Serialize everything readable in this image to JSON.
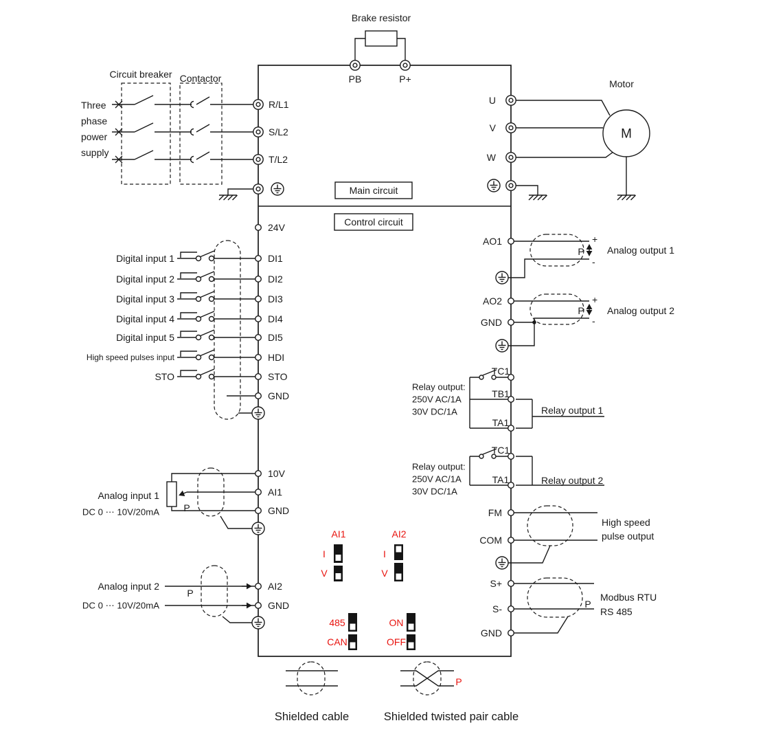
{
  "colors": {
    "line": "#1a1a1a",
    "red": "#e8130e"
  },
  "brake": {
    "title": "Brake resistor",
    "pb": "PB",
    "pplus": "P+"
  },
  "supply": {
    "breaker": "Circuit breaker",
    "contactor": "Contactor",
    "l1": "Three",
    "l2": "phase",
    "l3": "power",
    "l4": "supply",
    "r": "R/L1",
    "s": "S/L2",
    "t": "T/L2"
  },
  "motor": {
    "title": "Motor",
    "m": "M",
    "u": "U",
    "v": "V",
    "w": "W"
  },
  "sections": {
    "main": "Main circuit",
    "control": "Control circuit"
  },
  "din": {
    "v24": "24V",
    "gnd": "GND",
    "labels": [
      "Digital input 1",
      "Digital input 2",
      "Digital input 3",
      "Digital input 4",
      "Digital input 5",
      "High speed pulses input",
      "STO"
    ],
    "terms": [
      "DI1",
      "DI2",
      "DI3",
      "DI4",
      "DI5",
      "HDI",
      "STO"
    ]
  },
  "ain1": {
    "label": "Analog input 1",
    "range": "DC 0 ⋯ 10V/20mA",
    "p": "P",
    "t10": "10V",
    "ai": "AI1",
    "gnd": "GND"
  },
  "ain2": {
    "label": "Analog input 2",
    "range": "DC 0 ⋯ 10V/20mA",
    "p": "P",
    "ai": "AI2",
    "gnd": "GND"
  },
  "ao1": {
    "term": "AO1",
    "plus": "+",
    "minus": "-",
    "p": "P",
    "label": "Analog output 1"
  },
  "ao2": {
    "term": "AO2",
    "gnd": "GND",
    "plus": "+",
    "minus": "-",
    "p": "P",
    "label": "Analog output 2"
  },
  "relay1": {
    "l1": "Relay output:",
    "l2": "250V AC/1A",
    "l3": "30V DC/1A",
    "tc": "TC1",
    "tb": "TB1",
    "ta": "TA1",
    "label": "Relay output 1"
  },
  "relay2": {
    "l1": "Relay output:",
    "l2": "250V AC/1A",
    "l3": "30V DC/1A",
    "tc": "TC1",
    "ta": "TA1",
    "label": "Relay output 2"
  },
  "pulse": {
    "fm": "FM",
    "com": "COM",
    "l1": "High speed",
    "l2": "pulse output"
  },
  "comm": {
    "sp": "S+",
    "sm": "S-",
    "gnd": "GND",
    "p": "P",
    "l1": "Modbus RTU",
    "l2": "RS 485"
  },
  "sw": {
    "ai1": "AI1",
    "ai2": "AI2",
    "i1": "I",
    "v1": "V",
    "i2": "I",
    "v2": "V",
    "r485": "485",
    "can": "CAN",
    "on": "ON",
    "off": "OFF"
  },
  "legend": {
    "shielded": "Shielded cable",
    "twisted": "Shielded twisted pair cable",
    "p": "P"
  }
}
